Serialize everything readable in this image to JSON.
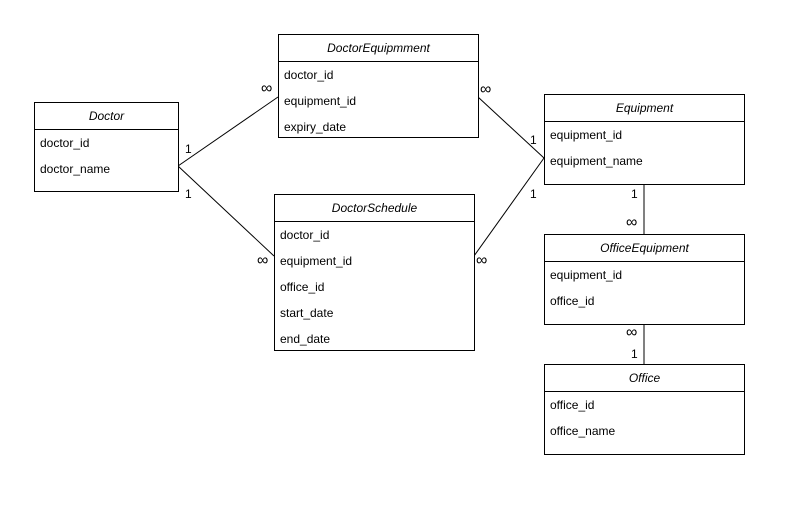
{
  "entities": {
    "doctor": {
      "title": "Doctor",
      "fields": [
        "doctor_id",
        "doctor_name"
      ]
    },
    "doctor_equipmment": {
      "title": "DoctorEquipmment",
      "fields": [
        "doctor_id",
        "equipment_id",
        "expiry_date"
      ]
    },
    "doctor_schedule": {
      "title": "DoctorSchedule",
      "fields": [
        "doctor_id",
        "equipment_id",
        "office_id",
        "start_date",
        "end_date"
      ]
    },
    "equipment": {
      "title": "Equipment",
      "fields": [
        "equipment_id",
        "equipment_name"
      ]
    },
    "office_equipment": {
      "title": "OfficeEquipment",
      "fields": [
        "equipment_id",
        "office_id"
      ]
    },
    "office": {
      "title": "Office",
      "fields": [
        "office_id",
        "office_name"
      ]
    }
  },
  "cardinalities": {
    "doctor_to_de_one": "1",
    "doctor_to_de_many": "∞",
    "doctor_to_ds_one": "1",
    "doctor_to_ds_many": "∞",
    "de_to_equipment_many": "∞",
    "de_to_equipment_one": "1",
    "ds_to_equipment_many": "∞",
    "ds_to_equipment_one": "1",
    "equipment_to_oe_one": "1",
    "equipment_to_oe_many": "∞",
    "oe_to_office_many": "∞",
    "oe_to_office_one": "1"
  }
}
